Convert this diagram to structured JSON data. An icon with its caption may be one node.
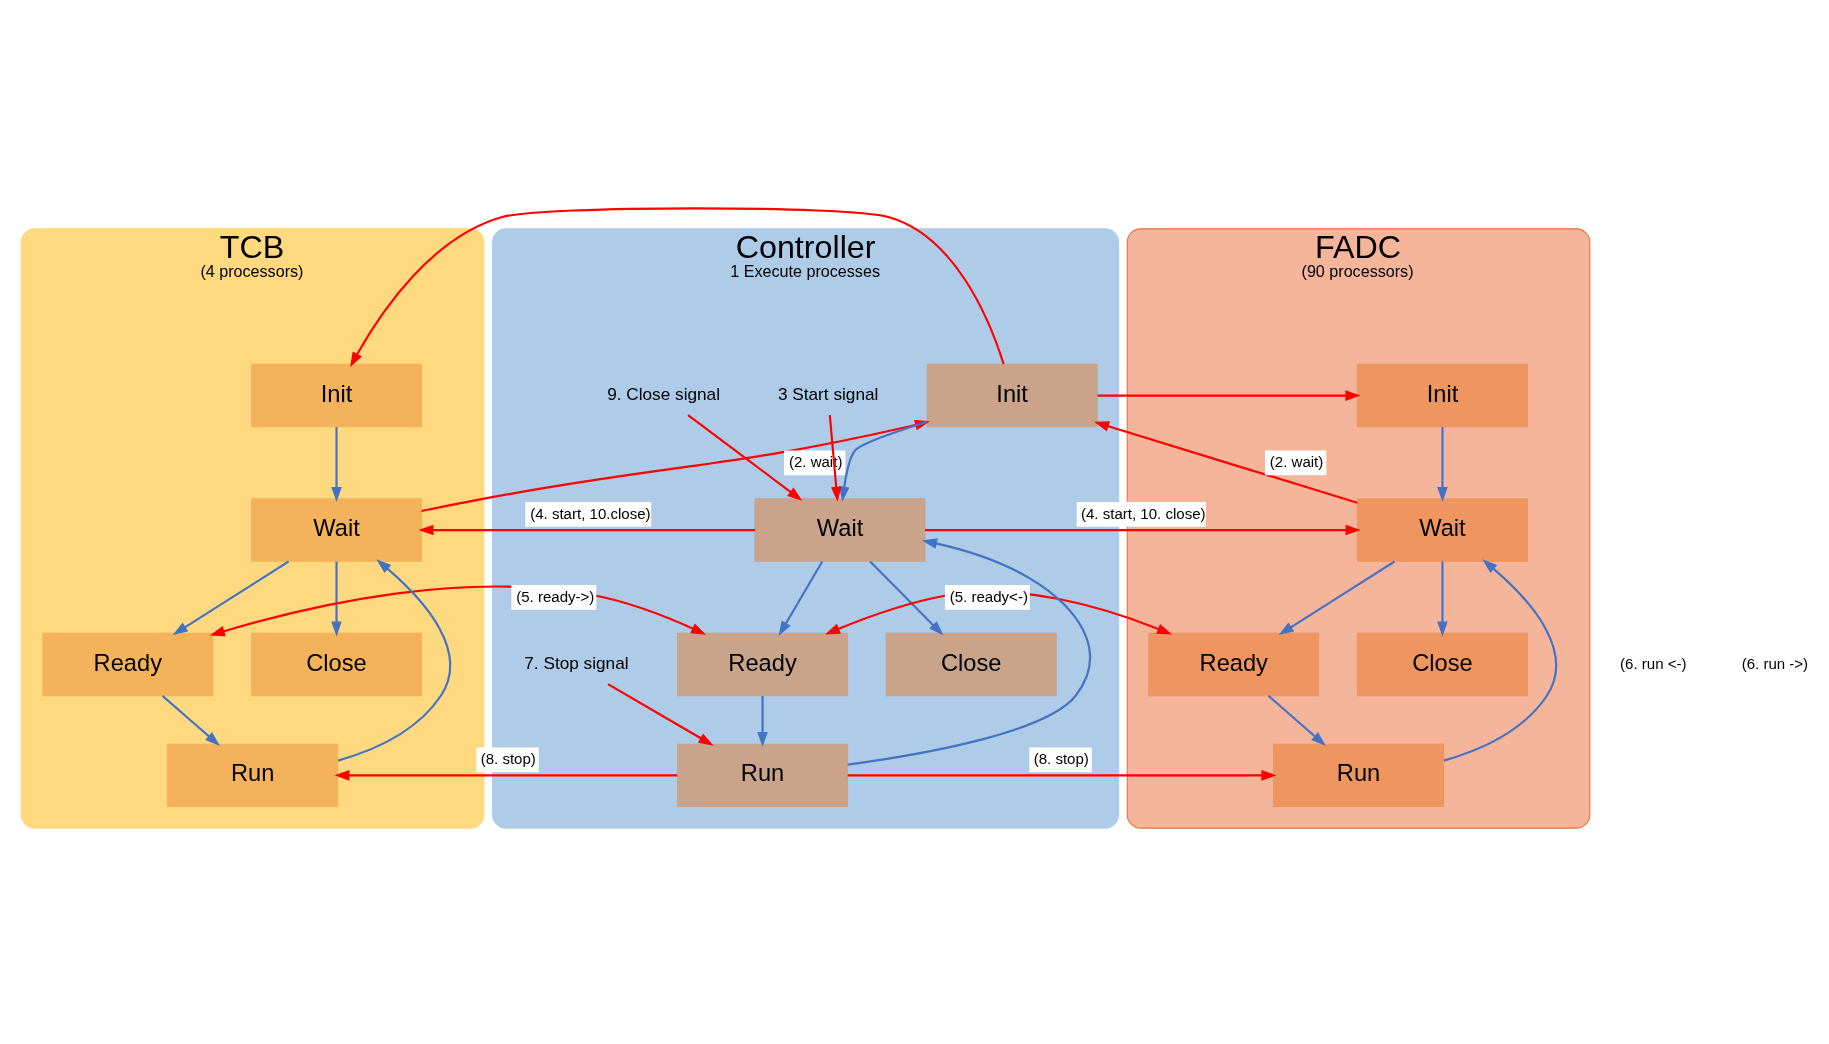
{
  "diagram": {
    "nodes": [
      {
        "text": [
          "TCB",
          "(4 processors)"
        ]
      },
      {
        "text": [
          "Init"
        ],
        "in": 0
      },
      {
        "text": [
          "Wait"
        ],
        "in": 0
      },
      {
        "text": [
          "Ready"
        ],
        "in": 0
      },
      {
        "text": [
          "Run"
        ],
        "in": 0
      },
      {
        "text": [
          "Close"
        ],
        "in": 0
      },
      {
        "text": [
          "Controller",
          "1 Execute processes"
        ]
      },
      {
        "text": [
          "Init"
        ],
        "in": 6
      },
      {
        "text": [
          "Wait"
        ],
        "in": 6
      },
      {
        "text": [
          "Ready"
        ],
        "in": 6
      },
      {
        "text": [
          "Run"
        ],
        "in": 6
      },
      {
        "text": [
          "Close"
        ],
        "in": 6
      },
      {
        "text": [
          "FADC",
          "(90 processors)"
        ]
      },
      {
        "text": [
          "Init"
        ],
        "in": 12
      },
      {
        "text": [
          "Wait"
        ],
        "in": 12
      },
      {
        "text": [
          "Ready"
        ],
        "in": 12
      },
      {
        "text": [
          "Run"
        ],
        "in": 12
      },
      {
        "text": [
          "Close"
        ],
        "in": 12
      },
      {
        "text": [
          "3 Start signal"
        ],
        "in": 6
      },
      {
        "text": [
          "9. Close signal"
        ],
        "in": 6
      },
      {
        "text": [
          "7. Stop signal"
        ],
        "in": 6
      }
    ],
    "edges": [
      {
        "from": 1,
        "to": 2,
        "arrow": "to"
      },
      {
        "from": 2,
        "to": 3,
        "arrow": "to"
      },
      {
        "from": 3,
        "to": 4,
        "arrow": "to"
      },
      {
        "from": 4,
        "to": 2,
        "arrow": "to"
      },
      {
        "from": 2,
        "to": 5,
        "arrow": "to"
      },
      {
        "from": 7,
        "to": 8,
        "arrow": "to"
      },
      {
        "from": 8,
        "to": 9,
        "arrow": "to"
      },
      {
        "from": 9,
        "to": 10,
        "arrow": "to"
      },
      {
        "from": 10,
        "to": 8,
        "arrow": "to"
      },
      {
        "from": 8,
        "to": 11,
        "arrow": "to"
      },
      {
        "from": 13,
        "to": 14,
        "arrow": "to"
      },
      {
        "from": 14,
        "to": 15,
        "arrow": "to"
      },
      {
        "from": 15,
        "to": 16,
        "arrow": "to"
      },
      {
        "from": 16,
        "to": 14,
        "arrow": "to"
      },
      {
        "from": 14,
        "to": 17,
        "arrow": "to"
      },
      {
        "from": 7,
        "to": 1,
        "arrow": "to",
        "color": "#ff0000"
      },
      {
        "from": 7,
        "to": 13,
        "arrow": "to",
        "color": "#ff0000"
      },
      {
        "from": 2,
        "to": 7,
        "arrow": "to",
        "label": "(2. wait)",
        "color": "#ff0000"
      },
      {
        "from": 14,
        "to": 7,
        "arrow": "to",
        "label": "(2. wait)",
        "color": "#ff0000"
      },
      {
        "from": 8,
        "to": 2,
        "arrow": "to",
        "label": "(4. start, 10.close)",
        "color": "#ff0000"
      },
      {
        "from": 8,
        "to": 14,
        "arrow": "to",
        "label": "(4. start, 10. close)",
        "color": "#ff0000"
      },
      {
        "from": 3,
        "to": 9,
        "arrow": "both",
        "label": "(5. ready->)",
        "color": "#ff0000"
      },
      {
        "from": 9,
        "to": 15,
        "arrow": "both",
        "label": "(5. ready<-)",
        "color": "#ff0000"
      },
      {
        "from": 10,
        "to": 4,
        "arrow": "to",
        "label": "(8. stop)",
        "color": "#ff0000"
      },
      {
        "from": 10,
        "to": 16,
        "arrow": "to",
        "label": "(8. stop)",
        "color": "#ff0000"
      },
      {
        "from": 18,
        "to": 8,
        "arrow": "to",
        "color": "#ff0000"
      },
      {
        "from": 19,
        "to": 8,
        "arrow": "to",
        "color": "#ff0000"
      },
      {
        "from": 20,
        "to": 10,
        "arrow": "to",
        "color": "#ff0000"
      }
    ],
    "labels": [
      "(6. run <-)",
      "(6. run ->)"
    ]
  }
}
